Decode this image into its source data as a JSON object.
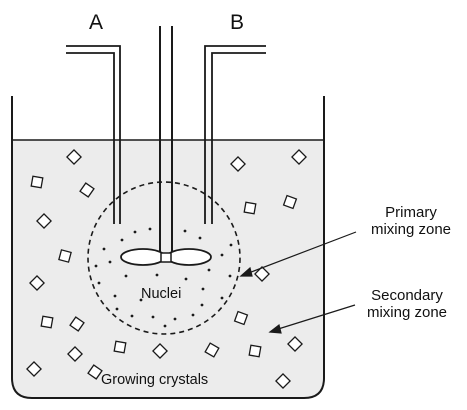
{
  "labels": {
    "inlet_a": "A",
    "inlet_b": "B",
    "primary_zone": [
      "Primary",
      "mixing zone"
    ],
    "secondary_zone": [
      "Secondary",
      "mixing zone"
    ],
    "nuclei": "Nuclei",
    "growing_crystals": "Growing crystals"
  },
  "colors": {
    "stroke": "#1a1a1a",
    "liquid": "#ececec",
    "background": "#ffffff"
  }
}
